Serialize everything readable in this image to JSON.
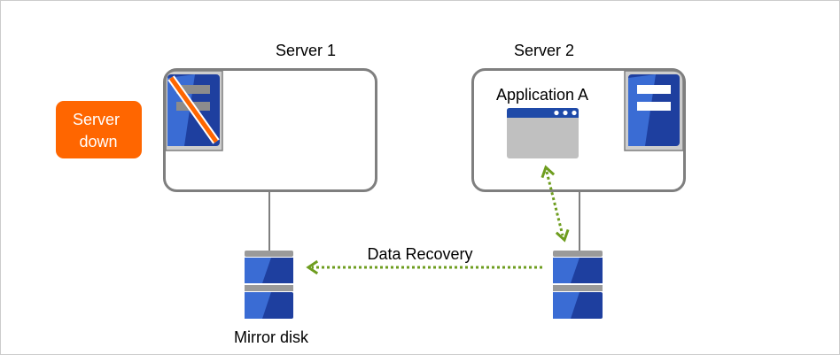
{
  "servers": [
    {
      "label": "Server 1"
    },
    {
      "label": "Server 2"
    }
  ],
  "status": {
    "server_down_lines": [
      "Server",
      "down"
    ]
  },
  "application": {
    "label": "Application A"
  },
  "arrows": {
    "data_recovery_label": "Data Recovery"
  },
  "disks": {
    "mirror_disk_label": "Mirror disk"
  },
  "colors": {
    "box_stroke": "#7f7f7f",
    "alert_orange": "#ff6600",
    "server_blue": "#1e3f9f",
    "server_blue_light": "#3a6cd4",
    "arrow_green": "#6e9d1f",
    "window_blue": "#1f4aa8",
    "window_gray": "#c0c0c0"
  }
}
